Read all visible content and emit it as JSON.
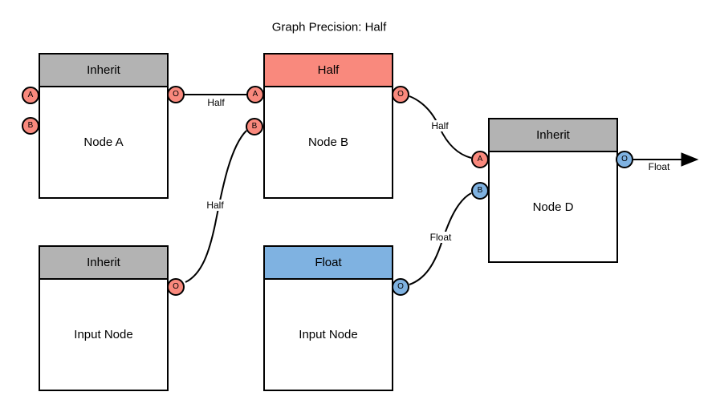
{
  "title": "Graph Precision: Half",
  "colors": {
    "salmon": "#F9897D",
    "blue": "#7FB2E1",
    "gray": "#B3B3B3",
    "node_fill": "#FFFFFF",
    "stroke": "#000000"
  },
  "nodes": {
    "node_a": {
      "header": "Inherit",
      "header_color": "gray",
      "label": "Node A",
      "ports": {
        "a": "A",
        "b": "B",
        "o": "O"
      }
    },
    "node_b": {
      "header": "Half",
      "header_color": "salmon",
      "label": "Node B",
      "ports": {
        "a": "A",
        "b": "B",
        "o": "O"
      }
    },
    "node_d": {
      "header": "Inherit",
      "header_color": "gray",
      "label": "Node D",
      "ports": {
        "a": "A",
        "b": "B",
        "o": "O"
      }
    },
    "input_left": {
      "header": "Inherit",
      "header_color": "gray",
      "label": "Input Node",
      "ports": {
        "o": "O"
      }
    },
    "input_mid": {
      "header": "Float",
      "header_color": "blue",
      "label": "Input Node",
      "ports": {
        "o": "O"
      }
    }
  },
  "edges": {
    "a_out_to_b_a": {
      "label": "Half"
    },
    "inputleft_out_to_b_b": {
      "label": "Half"
    },
    "b_out_to_d_a": {
      "label": "Half"
    },
    "inputmid_out_to_d_b": {
      "label": "Float"
    },
    "d_output_arrow": {
      "label": "Float"
    }
  }
}
